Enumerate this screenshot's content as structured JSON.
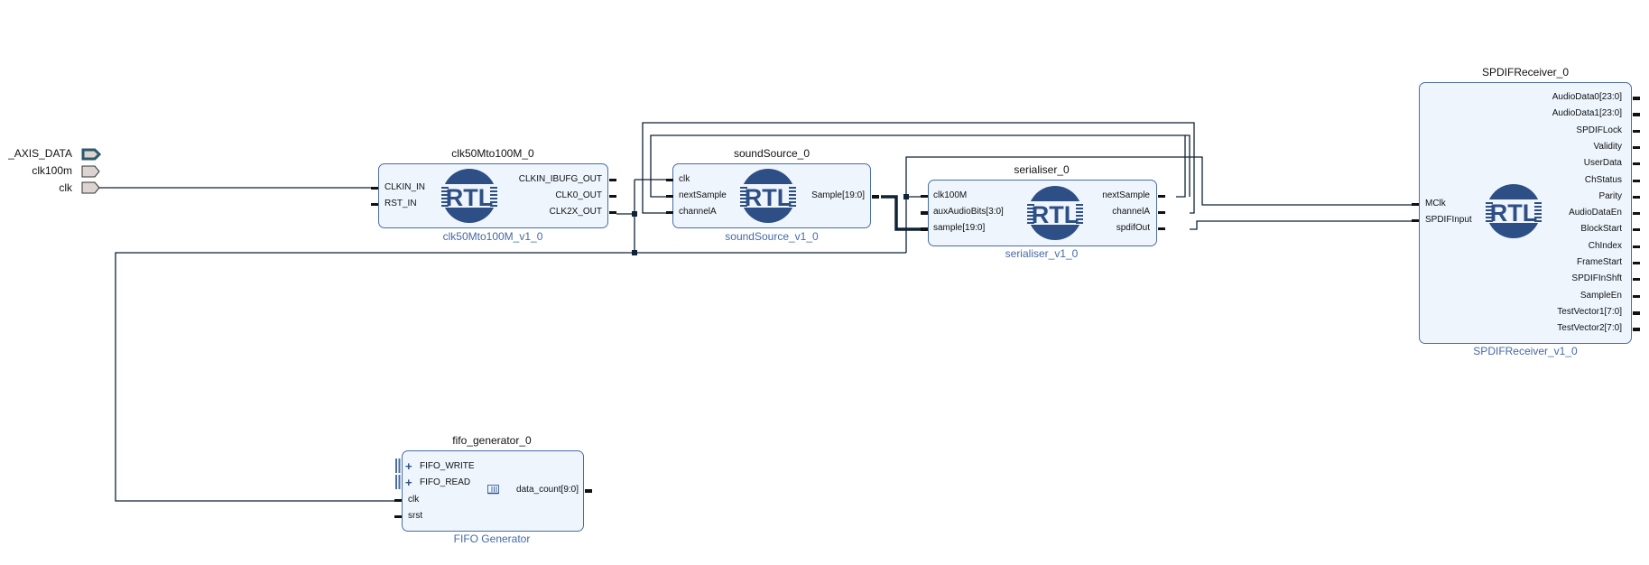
{
  "external_ports": [
    {
      "name": "_AXIS_DATA",
      "icon": "interface-port-icon"
    },
    {
      "name": "clk100m",
      "icon": "input-port-icon"
    },
    {
      "name": "clk",
      "icon": "input-port-icon"
    }
  ],
  "blocks": {
    "clk50": {
      "instance": "clk50Mto100M_0",
      "module": "clk50Mto100M_v1_0",
      "inputs": [
        "CLKIN_IN",
        "RST_IN"
      ],
      "outputs": [
        "CLKIN_IBUFG_OUT",
        "CLK0_OUT",
        "CLK2X_OUT"
      ]
    },
    "sound": {
      "instance": "soundSource_0",
      "module": "soundSource_v1_0",
      "inputs": [
        "clk",
        "nextSample",
        "channelA"
      ],
      "outputs": [
        "Sample[19:0]"
      ]
    },
    "serialiser": {
      "instance": "serialiser_0",
      "module": "serialiser_v1_0",
      "inputs": [
        "clk100M",
        "auxAudioBits[3:0]",
        "sample[19:0]"
      ],
      "outputs": [
        "nextSample",
        "channelA",
        "spdifOut"
      ]
    },
    "spdif": {
      "instance": "SPDIFReceiver_0",
      "module": "SPDIFReceiver_v1_0",
      "inputs": [
        "MClk",
        "SPDIFInput"
      ],
      "outputs": [
        "AudioData0[23:0]",
        "AudioData1[23:0]",
        "SPDIFLock",
        "Validity",
        "UserData",
        "ChStatus",
        "Parity",
        "AudioDataEn",
        "BlockStart",
        "ChIndex",
        "FrameStart",
        "SPDIFInShft",
        "SampleEn",
        "TestVector1[7:0]",
        "TestVector2[7:0]"
      ]
    },
    "fifo": {
      "instance": "fifo_generator_0",
      "module": "FIFO Generator",
      "interfaces": [
        "FIFO_WRITE",
        "FIFO_READ"
      ],
      "inputs": [
        "clk",
        "srst"
      ],
      "outputs": [
        "data_count[9:0]"
      ]
    }
  },
  "logo_text": "RTL",
  "colors": {
    "block_fill": "#eef5fd",
    "block_border": "#4a6da6",
    "module_label": "#4469a8",
    "wire": "#0f2236",
    "logo": "#2e4f85"
  }
}
